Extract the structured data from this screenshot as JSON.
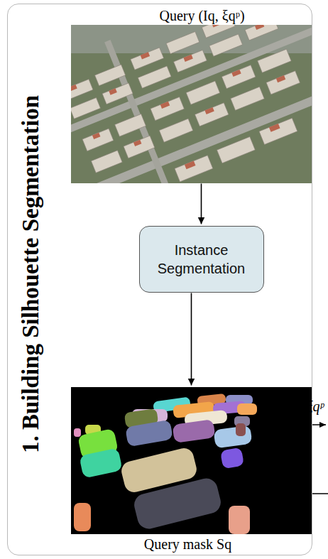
{
  "diagram": {
    "nodes": [
      {
        "text": [
          "1. Building Silhouette Segmentation"
        ]
      },
      {
        "text": [
          "Query (Iq, ξqᵖ)"
        ],
        "in": 0
      },
      {
        "text": [
          "Instance Segmentation"
        ],
        "in": 0
      },
      {
        "text": [
          "Query mask Sq"
        ],
        "in": 0
      }
    ],
    "edges": [
      {
        "from": 1,
        "to": 2,
        "arrow": "to"
      },
      {
        "from": 2,
        "to": 3,
        "arrow": "to"
      }
    ],
    "labels": [
      "ξqᵖ"
    ]
  }
}
